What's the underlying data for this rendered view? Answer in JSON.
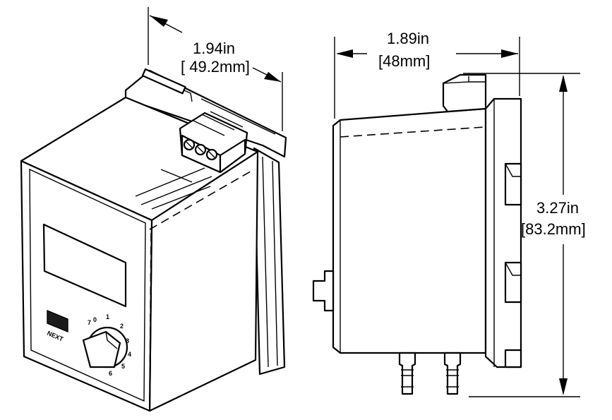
{
  "dimensions": {
    "front_width": {
      "inches": "1.94in",
      "mm": "[ 49.2mm]"
    },
    "side_depth": {
      "inches": "1.89in",
      "mm": "[48mm]"
    },
    "height": {
      "inches": "3.27in",
      "mm": "[83.2mm]"
    }
  },
  "device": {
    "button_label": "NEXT",
    "dial_ticks": [
      "0",
      "1",
      "2",
      "3",
      "4",
      "5",
      "6",
      "7"
    ]
  }
}
